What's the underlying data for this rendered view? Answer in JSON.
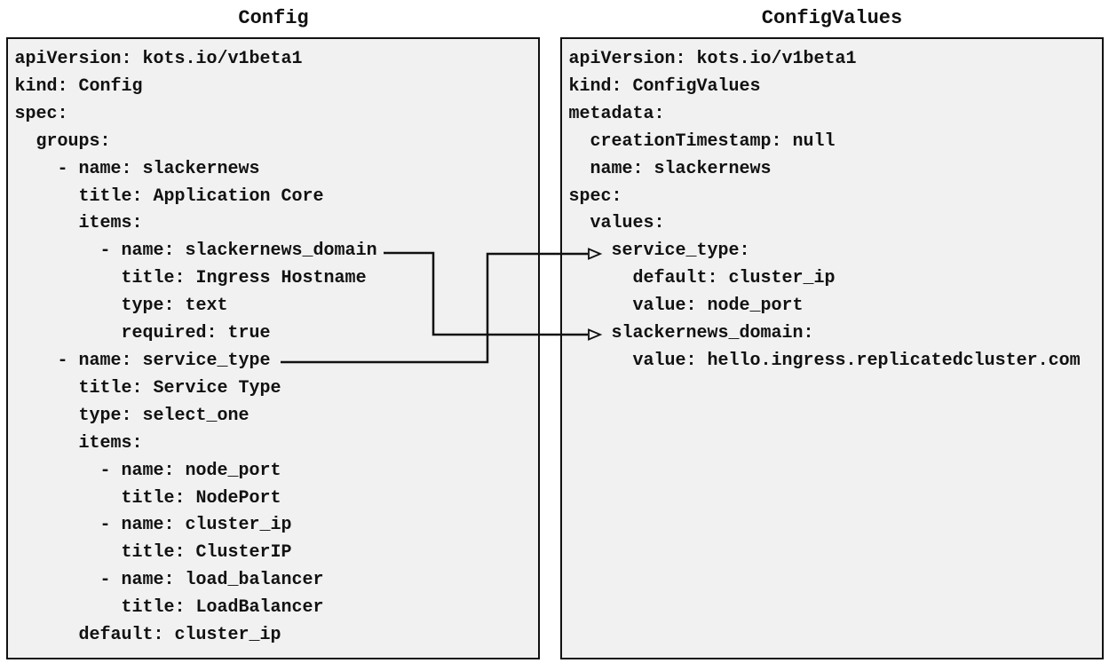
{
  "colors": {
    "background": "#ffffff",
    "box_fill": "#f1f1f1",
    "box_border": "#111111",
    "text": "#111111",
    "arrow": "#111111"
  },
  "config_panel": {
    "title": "Config",
    "yaml": "apiVersion: kots.io/v1beta1\nkind: Config\nspec:\n  groups:\n    - name: slackernews\n      title: Application Core\n      items:\n        - name: slackernews_domain\n          title: Ingress Hostname\n          type: text\n          required: true\n    - name: service_type\n      title: Service Type\n      type: select_one\n      items:\n        - name: node_port\n          title: NodePort\n        - name: cluster_ip\n          title: ClusterIP\n        - name: load_balancer\n          title: LoadBalancer\n      default: cluster_ip"
  },
  "configvalues_panel": {
    "title": "ConfigValues",
    "yaml": "apiVersion: kots.io/v1beta1\nkind: ConfigValues\nmetadata:\n  creationTimestamp: null\n  name: slackernews\nspec:\n  values:\n    service_type:\n      default: cluster_ip\n      value: node_port\n    slackernews_domain:\n      value: hello.ingress.replicatedcluster.com"
  },
  "connections": [
    {
      "from": "Config item name: slackernews_domain",
      "to": "ConfigValues spec.values.slackernews_domain"
    },
    {
      "from": "Config item name: service_type",
      "to": "ConfigValues spec.values.service_type"
    }
  ]
}
